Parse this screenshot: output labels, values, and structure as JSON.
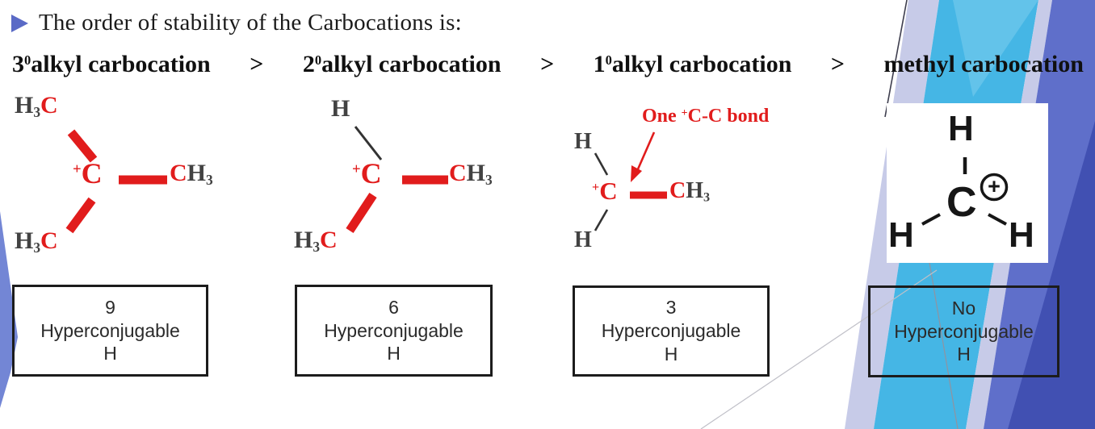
{
  "slide": {
    "title": "The order of stability of the Carbocations is:",
    "order": {
      "separator": ">",
      "items": [
        {
          "num": "3",
          "sup": "0",
          "rest": "alkyl carbocation"
        },
        {
          "num": "2",
          "sup": "0",
          "rest": "alkyl carbocation"
        },
        {
          "num": "1",
          "sup": "0",
          "rest": "alkyl carbocation"
        },
        {
          "num": "",
          "sup": "",
          "rest": "methyl carbocation"
        }
      ]
    }
  },
  "structures": {
    "tertiary": {
      "top_group": {
        "h": "H",
        "sub": "3",
        "c": "C"
      },
      "center": {
        "plus": "+",
        "c": "C"
      },
      "right_group": {
        "c": "C",
        "h": "H",
        "sub": "3"
      },
      "bottom_group": {
        "h": "H",
        "sub": "3",
        "c": "C"
      }
    },
    "secondary": {
      "top_atom": "H",
      "center": {
        "plus": "+",
        "c": "C"
      },
      "right_group": {
        "c": "C",
        "h": "H",
        "sub": "3"
      },
      "bottom_group": {
        "h": "H",
        "sub": "3",
        "c": "C"
      }
    },
    "primary": {
      "annotation": {
        "pre": "One ",
        "sup": "+",
        "post": "C-C bond"
      },
      "top_atom": "H",
      "center": {
        "plus": "+",
        "c": "C"
      },
      "right_group": {
        "c": "C",
        "h": "H",
        "sub": "3"
      },
      "bottom_atom": "H"
    },
    "methyl": {
      "top_atom": "H",
      "center_atom": "C",
      "charge": "+",
      "left_atom": "H",
      "right_atom": "H"
    }
  },
  "boxes": [
    {
      "count": "9",
      "label": "Hyperconjugable",
      "suffix": "H"
    },
    {
      "count": "6",
      "label": "Hyperconjugable",
      "suffix": "H"
    },
    {
      "count": "3",
      "label": "Hyperconjugable",
      "suffix": "H"
    },
    {
      "count": "No",
      "label": "Hyperconjugable",
      "suffix": "H"
    }
  ],
  "colors": {
    "red": "#e11c1c",
    "atom_dark": "#424242",
    "bond_thin": "#333333",
    "methyl_black": "#161616",
    "bullet_blue": "#5a6ac6",
    "bg_lavender": "#c7cbe8",
    "bg_cyan": "#45b6e5",
    "bg_cyan_light": "#7ccdee",
    "bg_blue_medium": "#5f6fca",
    "bg_blue_dark": "#4150b2",
    "bg_left_sliver": "#7386d5",
    "line_dark": "#3e3e4e",
    "line_gray": "#9193a0",
    "line_light": "#c0c0c8"
  }
}
